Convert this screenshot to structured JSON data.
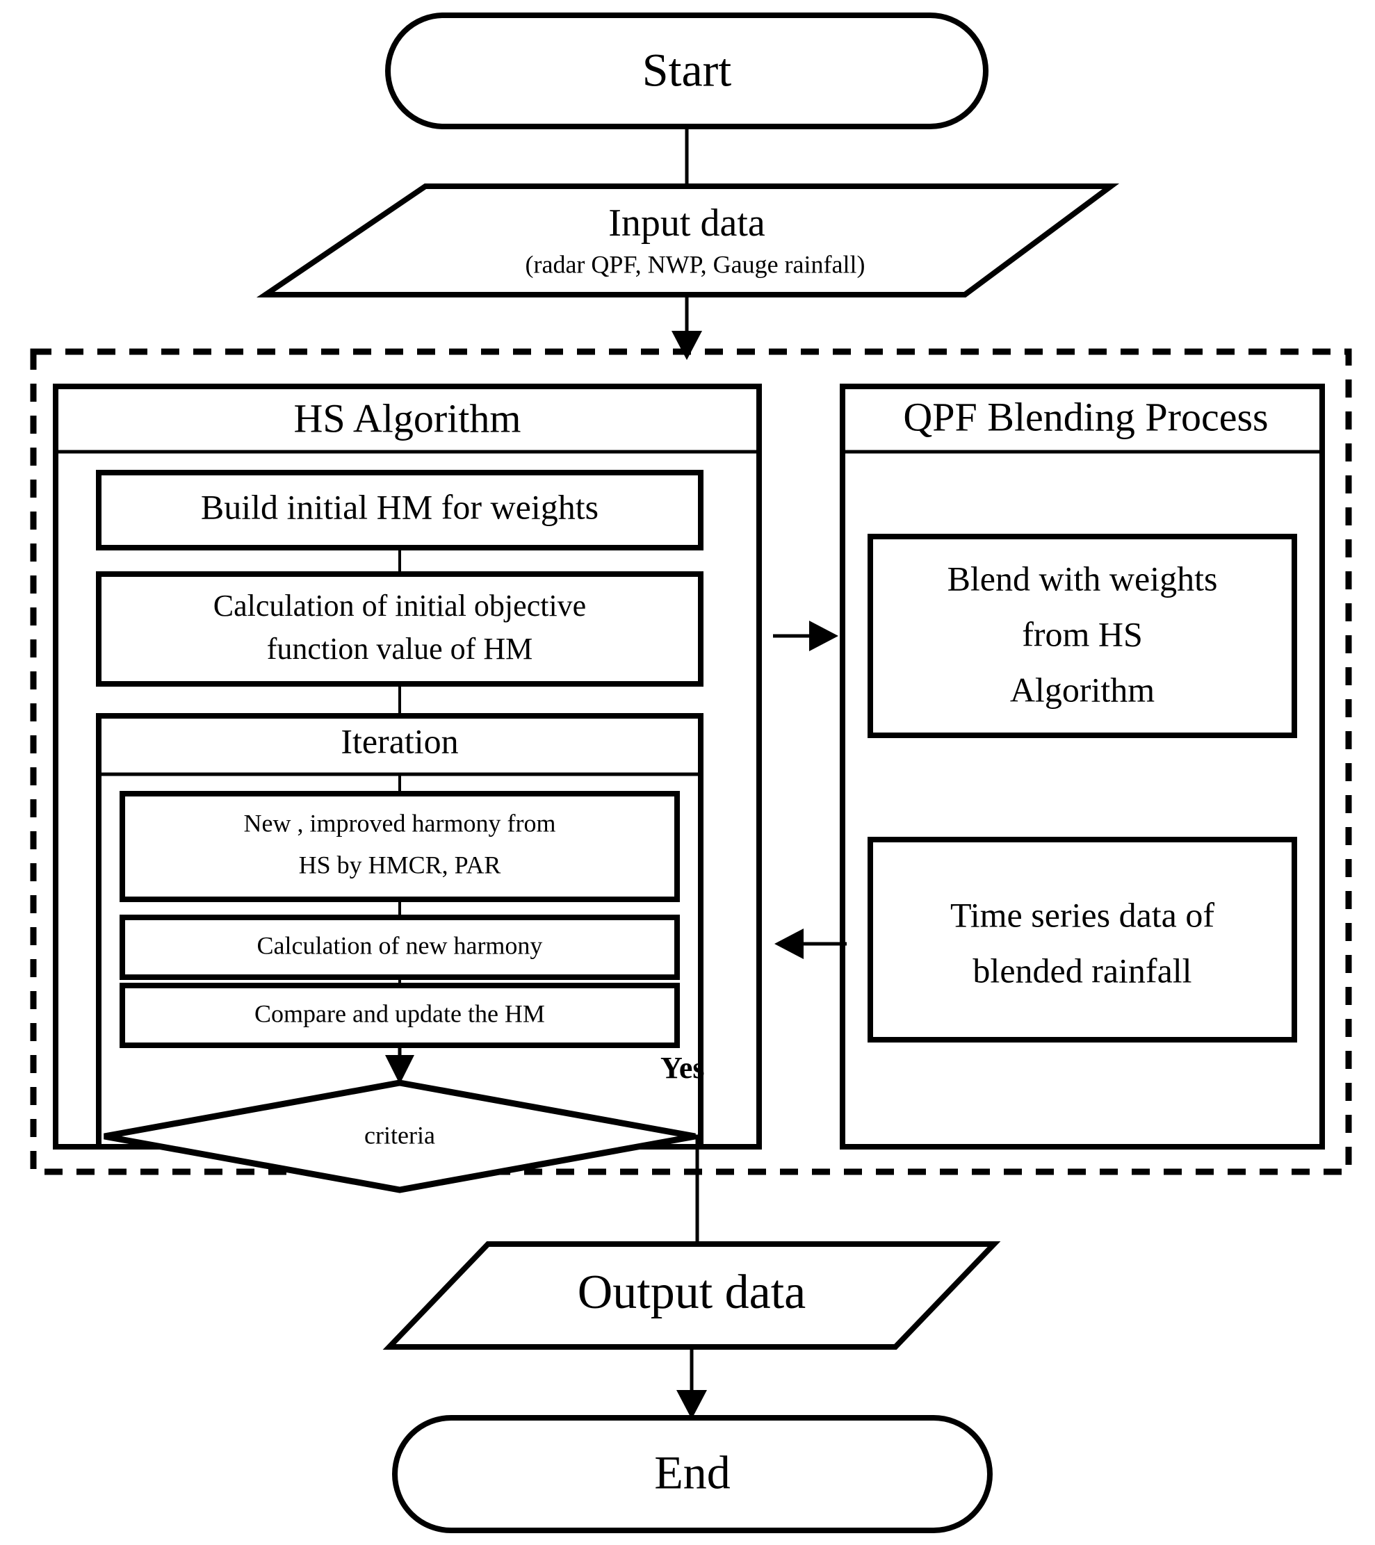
{
  "diagram": {
    "title_hidden": "",
    "type": "flowchart",
    "stroke_color": "#000000",
    "fill_color": "#ffffff",
    "background": "#ffffff"
  },
  "nodes": {
    "start": {
      "label": "Start",
      "shape": "terminal"
    },
    "input": {
      "label": "Input data",
      "sublabel": "(radar QPF, NWP, Gauge rainfall)",
      "shape": "parallelogram"
    },
    "output": {
      "label": "Output data",
      "shape": "parallelogram"
    },
    "end": {
      "label": "End",
      "shape": "terminal"
    }
  },
  "groups": {
    "dashed_container": {
      "label": "",
      "style": "dashed"
    },
    "hs_algorithm": {
      "title": "HS Algorithm",
      "steps": [
        {
          "label": "Build initial HM for weights"
        },
        {
          "label": "Calculation of initial objective\nfunction value of HM",
          "line1": "Calculation of initial objective",
          "line2": "function value of HM"
        }
      ],
      "iteration": {
        "title": "Iteration",
        "steps": [
          {
            "line1": "New , improved harmony from",
            "line2": "HS by HMCR, PAR"
          },
          {
            "line1": "Calculation of new harmony"
          },
          {
            "line1": "Compare and update the HM"
          }
        ],
        "decision": {
          "label": "criteria",
          "shape": "diamond"
        }
      }
    },
    "qpf_blending": {
      "title": "QPF Blending Process",
      "steps": [
        {
          "line1": "Blend with weights",
          "line2": "from HS",
          "line3": "Algorithm"
        },
        {
          "line1": "Time series data of",
          "line2": "blended rainfall"
        }
      ]
    }
  },
  "edges": {
    "yes_label": "Yes",
    "hs_to_qpf": "arrow-right",
    "qpf_to_hs": "arrow-left"
  }
}
